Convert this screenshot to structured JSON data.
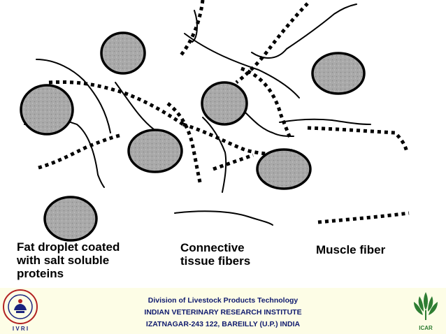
{
  "legend": {
    "fat_droplet": "Fat droplet coated\nwith salt soluble\nproteins",
    "connective": "Connective\ntissue fibers",
    "muscle": "Muscle fiber"
  },
  "footer": {
    "line1": "Division of Livestock Products Technology",
    "line2": "INDIAN VETERINARY RESEARCH INSTITUTE",
    "line3": "IZATNAGAR-243 122, BAREILLY (U.P.) INDIA",
    "left_logo_text": "I V R I",
    "right_logo_text": "ICAR"
  },
  "icons": {
    "left_logo": "ivri-logo-icon",
    "right_logo": "icar-logo-icon"
  },
  "colors": {
    "droplet_fill": "#a9a9a9",
    "droplet_stroke": "#000000",
    "footer_bg": "#fdfde6",
    "footer_text": "#0f1a6e",
    "icar_green": "#2e7d32"
  }
}
